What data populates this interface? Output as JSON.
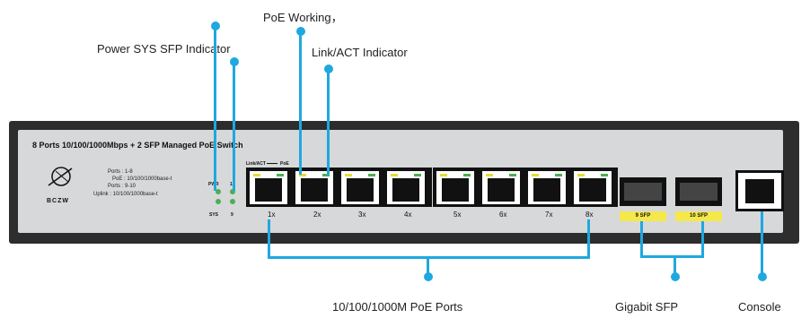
{
  "callouts": {
    "poe_working": "PoE Working，",
    "power_sys_sfp": "Power SYS SFP Indicator",
    "link_act": "Link/ACT Indicator",
    "poe_ports": "10/100/1000M PoE Ports",
    "gigabit_sfp": "Gigabit SFP",
    "console": "Console"
  },
  "device": {
    "title": "8 Ports 10/100/1000Mbps + 2 SFP  Managed PoE Switch",
    "brand": "BCZW",
    "specs": [
      "Ports : 1-8",
      "PoE : 10/100/1000base-t",
      "Ports : 9-10",
      "Uplink : 10/100/1000base-t"
    ],
    "led_labels": {
      "pwr": "PWR",
      "ten": "10",
      "sys": "SYS",
      "nine": "9"
    },
    "port_header": {
      "link_act": "Link/ACT",
      "poe": "PoE"
    },
    "ports": [
      "1x",
      "2x",
      "3x",
      "4x",
      "5x",
      "6x",
      "7x",
      "8x"
    ],
    "sfp_labels": [
      "9 SFP",
      "10 SFP"
    ]
  },
  "colors": {
    "accent": "#1fa8e0",
    "chassis": "#2d2d2d",
    "faceplate": "#d7d8da",
    "led_green": "#4caf50",
    "led_yellow": "#e8d83a",
    "sfp_label": "#f5e84a"
  }
}
